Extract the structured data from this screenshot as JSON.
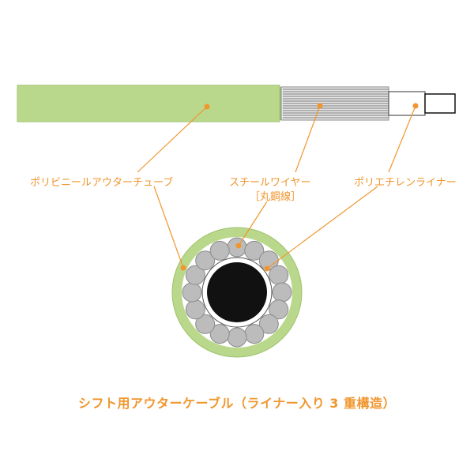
{
  "colors": {
    "accent": "#f0962e",
    "outer_tube": "#b9d88c",
    "outer_tube_edge": "#9ec26c",
    "wire_fill": "#bcbcbc",
    "wire_stroke": "#8a8a8a",
    "liner_fill": "#ffffff",
    "inner_wire": "#111111"
  },
  "labels": {
    "outer_tube": "ポリビニールアウターチューブ",
    "steel_wire": "スチールワイヤー",
    "steel_wire_sub": "［丸鋼線］",
    "liner": "ポリエチレンライナー"
  },
  "caption": "シフト用アウターケーブル（ライナー入り 3 重構造）"
}
